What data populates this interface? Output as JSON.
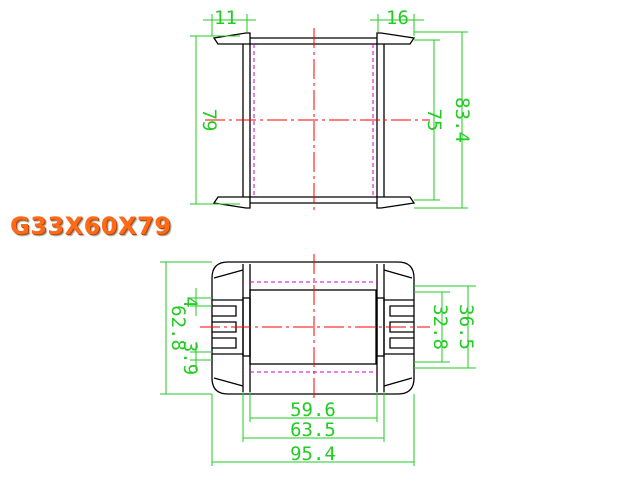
{
  "title": "G33X60X79",
  "colors": {
    "green": "#22cc22",
    "red": "#ff0000",
    "magenta": "#cc00cc",
    "black": "#000000",
    "title": "#ff6a1a"
  },
  "top_view": {
    "dims": {
      "left_flange": "11",
      "right_flange": "16",
      "total_height": "79",
      "inner_height": "75",
      "outer_height": "83.4"
    }
  },
  "bottom_view": {
    "dims": {
      "height": "62.8",
      "slot": "4",
      "lip": "3.9",
      "window": "32.8",
      "window_outer": "36.5",
      "width_inner": "59.6",
      "width_mid": "63.5",
      "width_outer": "95.4"
    }
  }
}
